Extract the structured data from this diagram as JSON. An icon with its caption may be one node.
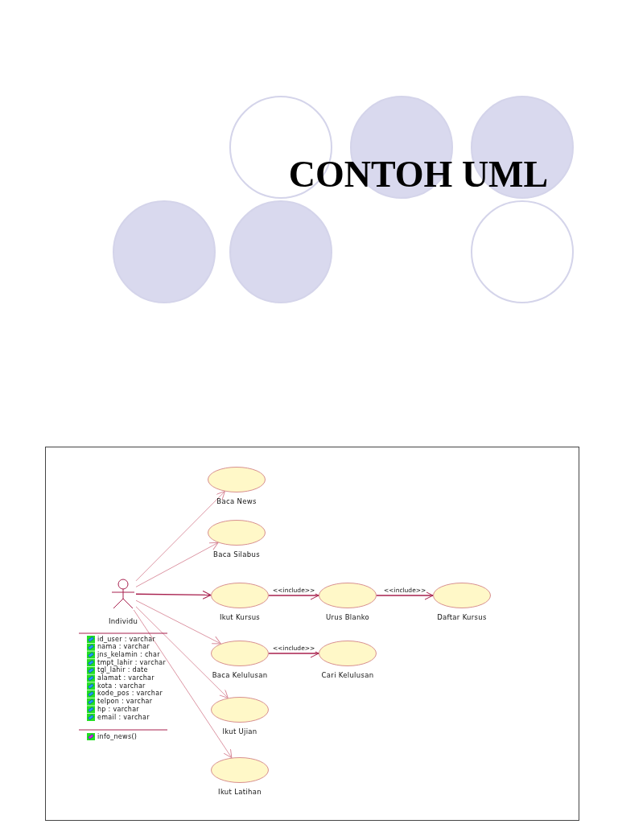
{
  "diagram": {
    "title": "CONTOH UML",
    "nodes": [
      {
        "text": [
          "Individu"
        ]
      },
      {
        "text": [
          "Baca News"
        ]
      },
      {
        "text": [
          "Baca Silabus"
        ]
      },
      {
        "text": [
          "Ikut Kursus"
        ]
      },
      {
        "text": [
          "Urus Blanko"
        ]
      },
      {
        "text": [
          "Daftar Kursus"
        ]
      },
      {
        "text": [
          "Baca Kelulusan"
        ]
      },
      {
        "text": [
          "Cari Kelulusan"
        ]
      },
      {
        "text": [
          "Ikut Ujian"
        ]
      },
      {
        "text": [
          "Ikut Latihan"
        ]
      }
    ],
    "edges": [
      {
        "from": 0,
        "to": 1,
        "arrow": "to"
      },
      {
        "from": 0,
        "to": 2,
        "arrow": "to"
      },
      {
        "from": 0,
        "to": 3,
        "arrow": "to",
        "color": "#a8204e"
      },
      {
        "from": 3,
        "to": 4,
        "arrow": "to",
        "label": "<<include>>",
        "color": "#a8204e"
      },
      {
        "from": 4,
        "to": 5,
        "arrow": "to",
        "label": "<<include>>",
        "color": "#a8204e"
      },
      {
        "from": 0,
        "to": 6,
        "arrow": "to"
      },
      {
        "from": 6,
        "to": 7,
        "arrow": "to",
        "label": "<<include>>",
        "color": "#a8204e"
      },
      {
        "from": 0,
        "to": 8,
        "arrow": "to"
      },
      {
        "from": 0,
        "to": 9,
        "arrow": "to"
      }
    ],
    "labels": [
      "id_user : varchar",
      "nama : varchar",
      "jns_kelamin : char",
      "tmpt_lahir : varchar",
      "tgl_lahir : date",
      "alamat : varchar",
      "kota : varchar",
      "kode_pos : varchar",
      "telpon : varchar",
      "hp : varchar",
      "email : varchar",
      "info_news()"
    ]
  }
}
